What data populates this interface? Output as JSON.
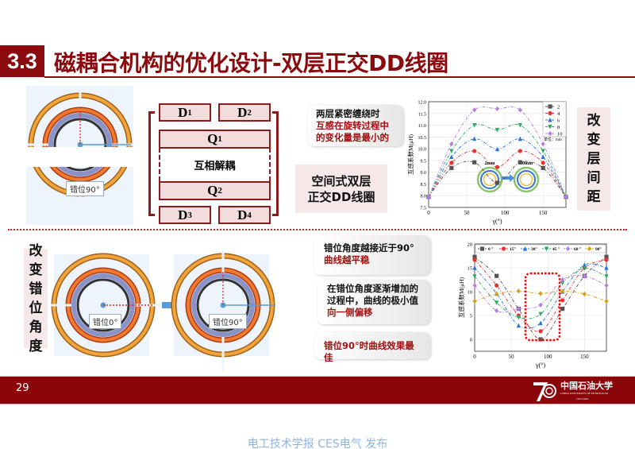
{
  "header": {
    "section_number": "3.3",
    "title": "磁耦合机构的优化设计-双层正交DD线圈"
  },
  "top": {
    "coil_tag": "错位90°",
    "diagram": {
      "d1": "D",
      "d1_sub": "1",
      "d2": "D",
      "d2_sub": "2",
      "q1": "Q",
      "q1_sub": "1",
      "decouple": "互相解耦",
      "q2": "Q",
      "q2_sub": "2",
      "d3": "D",
      "d3_sub": "3",
      "d4": "D",
      "d4_sub": "4"
    },
    "note": {
      "line1": "两层紧密缠绕时",
      "line2": "互感在旋转过程中",
      "line3": "的变化量是最小的"
    },
    "structure_label": {
      "line1": "空间式双层",
      "line2": "正交DD线圈"
    },
    "side_label": [
      "改",
      "变",
      "层",
      "间",
      "距"
    ]
  },
  "bottom": {
    "side_label": [
      "改",
      "变",
      "错",
      "位",
      "角",
      "度"
    ],
    "coil_tag_left": "错位0°",
    "coil_tag_right": "错位90°",
    "note1": {
      "line1": "错位角度越接近于90°",
      "line2": "曲线越平稳"
    },
    "note2": {
      "line1": "在错位角度逐渐增加的",
      "line2": "过程中，曲线的极小值",
      "line3": "向一侧偏移"
    },
    "note3": "错位90°时曲线效果最佳"
  },
  "footer": {
    "page": "29",
    "logo_text": "中国石油大学",
    "logo_sub": "CHINA UNIVERSITY OF PETROLEUM",
    "logo_years": "1953-2023"
  },
  "watermark": "电工技术学报 CES电气 发布",
  "chart_data": [
    {
      "type": "line",
      "title": "",
      "xlabel": "γ(°)",
      "ylabel": "互感系数M(μH)",
      "xlim": [
        0,
        180
      ],
      "ylim": [
        7.5,
        12.0
      ],
      "xticks": [
        0,
        50,
        100,
        150
      ],
      "yticks": [
        7.5,
        8.0,
        8.5,
        9.0,
        9.5,
        10.0,
        10.5,
        11.0,
        11.5,
        12.0
      ],
      "legend_position": "top-right",
      "legend_note": "单位：mm",
      "inset_labels": [
        "2mm",
        "10mm"
      ],
      "x": [
        0,
        30,
        60,
        90,
        120,
        150,
        180
      ],
      "series": [
        {
          "name": "2",
          "color": "#555555",
          "marker": "square",
          "values": [
            7.95,
            9.18,
            9.42,
            8.55,
            9.42,
            9.18,
            7.95
          ]
        },
        {
          "name": "4",
          "color": "#e8312f",
          "marker": "circle",
          "values": [
            7.95,
            9.4,
            9.9,
            9.22,
            9.9,
            9.4,
            7.95
          ]
        },
        {
          "name": "6",
          "color": "#2a73d9",
          "marker": "triangle",
          "values": [
            7.95,
            9.65,
            10.42,
            9.98,
            10.42,
            9.65,
            7.95
          ]
        },
        {
          "name": "8",
          "color": "#2fa866",
          "marker": "triangle-down",
          "values": [
            7.95,
            9.9,
            11.0,
            10.8,
            11.0,
            9.9,
            7.95
          ]
        },
        {
          "name": "10",
          "color": "#b57ee6",
          "marker": "diamond",
          "values": [
            7.95,
            10.2,
            11.65,
            11.7,
            11.65,
            10.2,
            7.95
          ]
        }
      ]
    },
    {
      "type": "line",
      "title": "",
      "xlabel": "γ(°)",
      "ylabel": "互感系数M(μH)",
      "xlim": [
        0,
        180
      ],
      "ylim": [
        -2.5,
        20
      ],
      "xticks": [
        0,
        50,
        100,
        150
      ],
      "yticks": [
        0,
        5,
        10,
        15,
        20
      ],
      "legend_position": "top",
      "x": [
        0,
        30,
        60,
        90,
        120,
        150,
        180
      ],
      "series": [
        {
          "name": "0 °",
          "color": "#555555",
          "marker": "square",
          "values": [
            17.3,
            13.3,
            6.4,
            0,
            6.4,
            13.3,
            17.3
          ]
        },
        {
          "name": "15°",
          "color": "#e8312f",
          "marker": "circle",
          "values": [
            16.7,
            11.3,
            5.0,
            1.7,
            8.2,
            15.0,
            16.7
          ]
        },
        {
          "name": "30°",
          "color": "#2a73d9",
          "marker": "triangle",
          "values": [
            15.0,
            9.6,
            2.9,
            3.4,
            10.0,
            15.6,
            15.0
          ]
        },
        {
          "name": "45 °",
          "color": "#2fa866",
          "marker": "triangle-down",
          "values": [
            13.2,
            7.7,
            4.6,
            5.3,
            11.8,
            14.9,
            13.2
          ]
        },
        {
          "name": "60 °",
          "color": "#b57ee6",
          "marker": "diamond",
          "values": [
            11.3,
            6.0,
            6.4,
            7.2,
            12.5,
            13.3,
            11.3
          ]
        },
        {
          "name": "90°",
          "color": "#d4a017",
          "marker": "diamond",
          "values": [
            8.0,
            9.5,
            10.1,
            9.6,
            10.1,
            9.5,
            8.0
          ]
        }
      ]
    }
  ]
}
